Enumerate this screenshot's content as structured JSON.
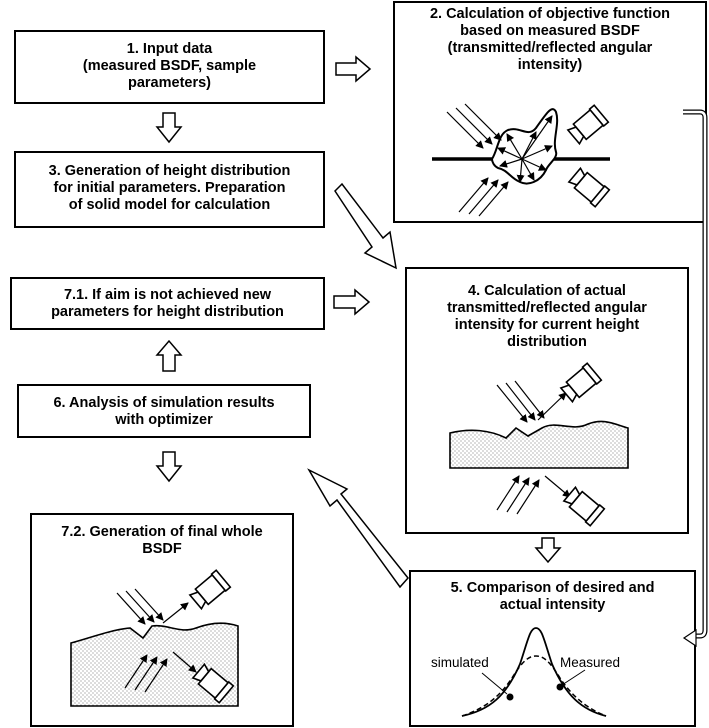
{
  "boxes": {
    "step1": [
      "1. Input data",
      "(measured BSDF, sample",
      "parameters)"
    ],
    "step2": [
      "2. Calculation of objective function",
      "based on measured BSDF",
      "(transmitted/reflected angular",
      "intensity)"
    ],
    "step3": [
      "3. Generation of height distribution",
      "for initial parameters. Preparation",
      "of solid model for calculation"
    ],
    "step4": [
      "4. Calculation of actual",
      "transmitted/reflected angular",
      "intensity for current height",
      "distribution"
    ],
    "step5": [
      "5. Comparison of desired and",
      "actual intensity"
    ],
    "step6": [
      "6. Analysis of simulation results",
      "with optimizer"
    ],
    "step71": [
      "7.1. If aim is not achieved new",
      "parameters for height distribution"
    ],
    "step72": [
      "7.2. Generation of final whole",
      "BSDF"
    ]
  },
  "curve_labels": {
    "simulated": "simulated",
    "measured": "Measured"
  },
  "colors": {
    "stroke": "#000000",
    "background": "#ffffff"
  }
}
